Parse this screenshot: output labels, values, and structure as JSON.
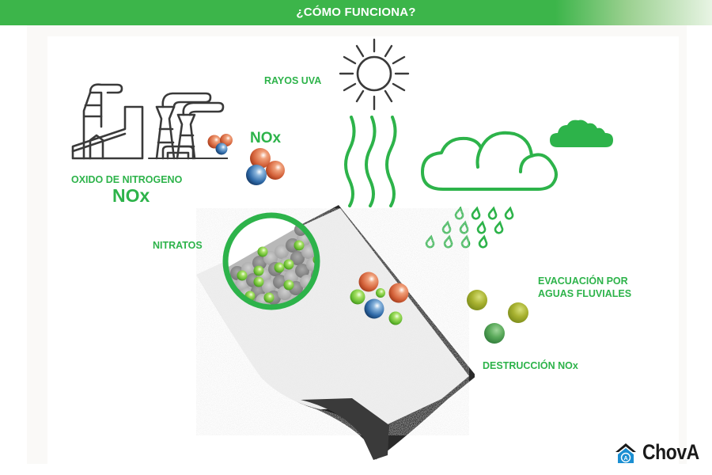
{
  "header": {
    "title": "¿CÓMO FUNCIONA?",
    "background_color": "#3cb54a"
  },
  "labels": {
    "uv_rays": "RAYOS UVA",
    "nitrogen_oxide": "OXIDO DE NITROGENO",
    "nitrogen_oxide_formula": "NOx",
    "nox_molecule": "NOx",
    "nitrates": "NITRATOS",
    "rain_evacuation_line1": "EVACUACIÓN POR",
    "rain_evacuation_line2": "AGUAS FLUVIALES",
    "nox_destruction": "DESTRUCCIÓN NOx"
  },
  "icons": {
    "factory": "factory-icon",
    "sun": "sun-icon",
    "uv_waves": "uv-waves-icon",
    "rain_cloud": "rain-cloud-icon",
    "small_cloud": "cloud-icon",
    "membrane_sheet": "roofing-membrane-sheet",
    "nitrate_magnifier": "magnifier-circle-icon"
  },
  "colors": {
    "accent_green": "#2db34a",
    "line_gray": "#3a3a3a",
    "orange_atom": "#d4623a",
    "blue_atom": "#2f6aa8",
    "green_atom": "#6cc43a",
    "olive_atom": "#9aa822"
  },
  "brand": {
    "name": "ChovA",
    "mark_color": "#1b8fd2"
  }
}
